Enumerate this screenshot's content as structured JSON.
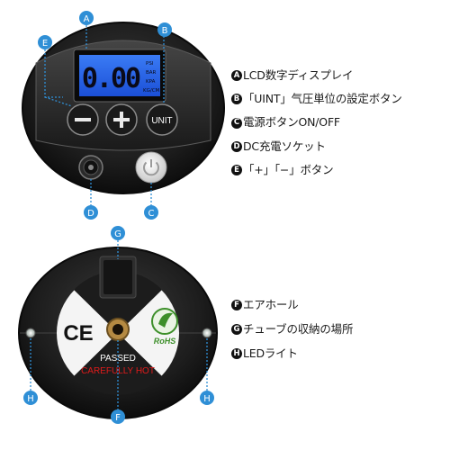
{
  "callouts": {
    "A": "A",
    "B": "B",
    "C": "C",
    "D": "D",
    "E": "E",
    "F": "F",
    "G": "G",
    "H": "H"
  },
  "device_top": {
    "lcd_reading": "0.00",
    "lcd_units": [
      "PSI",
      "BAR",
      "KPA",
      "KG/CM"
    ],
    "minus_symbol": "−",
    "plus_symbol": "+",
    "unit_button_label": "UNIT"
  },
  "device_bottom": {
    "ce_mark": "CE",
    "rohs_mark": "RoHS",
    "passed_label": "PASSED",
    "warning_label": "CAREFULLY HOT"
  },
  "legend_top": [
    {
      "key": "A",
      "label": "LCD数字ディスプレイ"
    },
    {
      "key": "B",
      "label": "「UINT」气圧単位の設定ボタン"
    },
    {
      "key": "C",
      "label": "電源ボタンON/OFF"
    },
    {
      "key": "D",
      "label": "DC充電ソケット"
    },
    {
      "key": "E",
      "label": "「+」「−」ボタン"
    }
  ],
  "legend_bottom": [
    {
      "key": "F",
      "label": "エアホール"
    },
    {
      "key": "G",
      "label": "チューブの収納の場所"
    },
    {
      "key": "H",
      "label": "LEDライト"
    }
  ],
  "colors": {
    "callout_blue": "#2f8fd6",
    "lcd_blue": "#1f5fe0",
    "warning_red": "#e11b1b",
    "device_black": "#1c1c1c"
  }
}
